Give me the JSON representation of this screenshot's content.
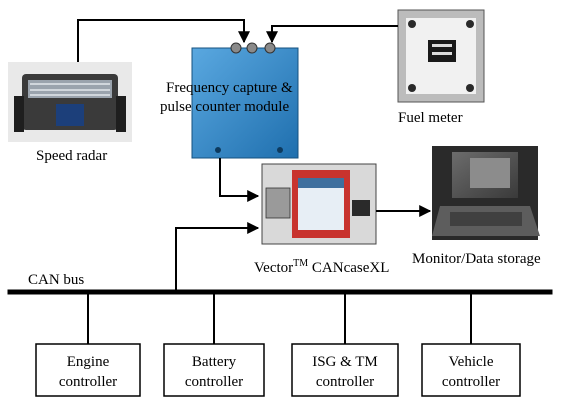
{
  "components": {
    "speed_radar": "Speed radar",
    "freq_module_line1": "Frequency capture &",
    "freq_module_line2": "pulse counter module",
    "fuel_meter": "Fuel meter",
    "vector_prefix": "Vector",
    "vector_tm": "TM",
    "vector_suffix": " CANcaseXL",
    "monitor": "Monitor/Data storage",
    "can_bus": "CAN bus"
  },
  "controllers": [
    {
      "line1": "Engine",
      "line2": "controller"
    },
    {
      "line1": "Battery",
      "line2": "controller"
    },
    {
      "line1": "ISG & TM",
      "line2": "controller"
    },
    {
      "line1": "Vehicle",
      "line2": "controller"
    }
  ],
  "colors": {
    "module_blue": "#2f86c6",
    "cancase_red": "#c8332e",
    "line": "#000000"
  }
}
